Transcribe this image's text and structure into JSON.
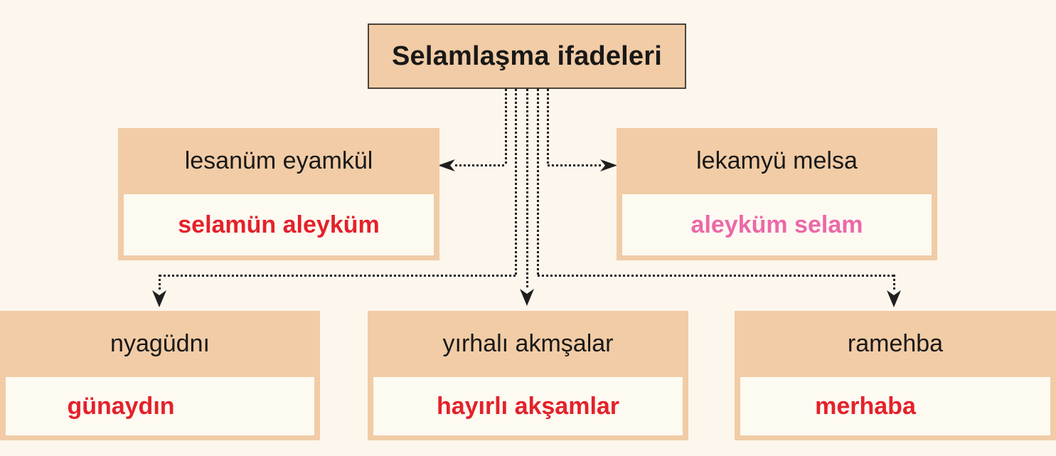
{
  "palette": {
    "page_bg": "#fdf6ec",
    "box_fill": "#f1cca6",
    "answer_fill": "#fdfaf2",
    "title_border": "#4a443d",
    "ink": "#191817",
    "red": "#e4212a",
    "pink": "#ec68a8",
    "line": "#1f1f1f"
  },
  "diagram": {
    "title": "Selamlaşma ifadeleri",
    "nodes": [
      {
        "position": "middle-left",
        "scrambled": "lesanüm eyamkül",
        "answer": "selamün aleyküm",
        "answer_color": "red"
      },
      {
        "position": "middle-right",
        "scrambled": "lekamyü melsa",
        "answer": "aleyküm selam",
        "answer_color": "pink"
      },
      {
        "position": "bottom-left",
        "scrambled": "nyagüdnı",
        "answer": "günaydın",
        "answer_color": "red"
      },
      {
        "position": "bottom-middle",
        "scrambled": "yırhalı akmşalar",
        "answer": "hayırlı akşamlar",
        "answer_color": "red"
      },
      {
        "position": "bottom-right",
        "scrambled": "ramehba",
        "answer": "merhaba",
        "answer_color": "red"
      }
    ]
  }
}
